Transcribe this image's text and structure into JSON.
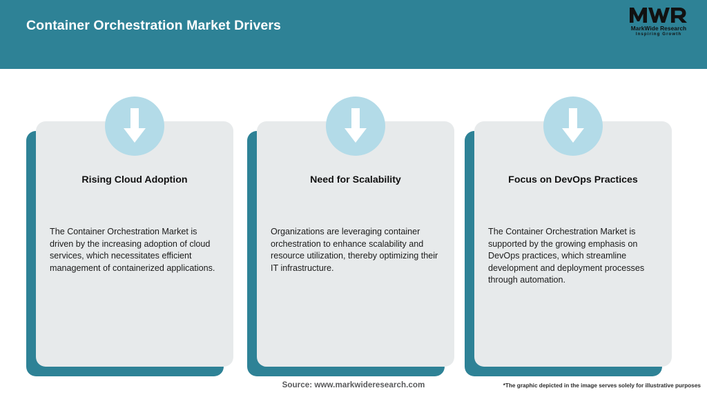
{
  "header": {
    "title": "Container Orchestration Market Drivers",
    "background_color": "#2e8296",
    "title_color": "#ffffff"
  },
  "logo": {
    "mark": "MWR",
    "name": "MarkWide Research",
    "tagline": "Inspiring Growth"
  },
  "cards": [
    {
      "icon": "down-arrow-icon",
      "heading": "Rising Cloud Adoption",
      "text": "The Container Orchestration Market is driven by the increasing adoption of cloud services, which necessitates efficient management of containerized applications."
    },
    {
      "icon": "down-arrow-icon",
      "heading": "Need for Scalability",
      "text": "Organizations are leveraging container orchestration to enhance scalability and resource utilization, thereby optimizing their IT infrastructure."
    },
    {
      "icon": "down-arrow-icon",
      "heading": "Focus on DevOps Practices",
      "text": "The Container Orchestration Market is supported by the growing emphasis on DevOps practices, which streamline development and deployment processes through automation."
    }
  ],
  "footer": {
    "source": "Source: www.markwideresearch.com",
    "disclaimer": "*The graphic depicted in the image serves solely for illustrative purposes"
  },
  "colors": {
    "accent_teal": "#2e8296",
    "card_gray": "#e7eaeb",
    "icon_circle_blue": "#b3dbe8",
    "arrow_white": "#ffffff"
  }
}
